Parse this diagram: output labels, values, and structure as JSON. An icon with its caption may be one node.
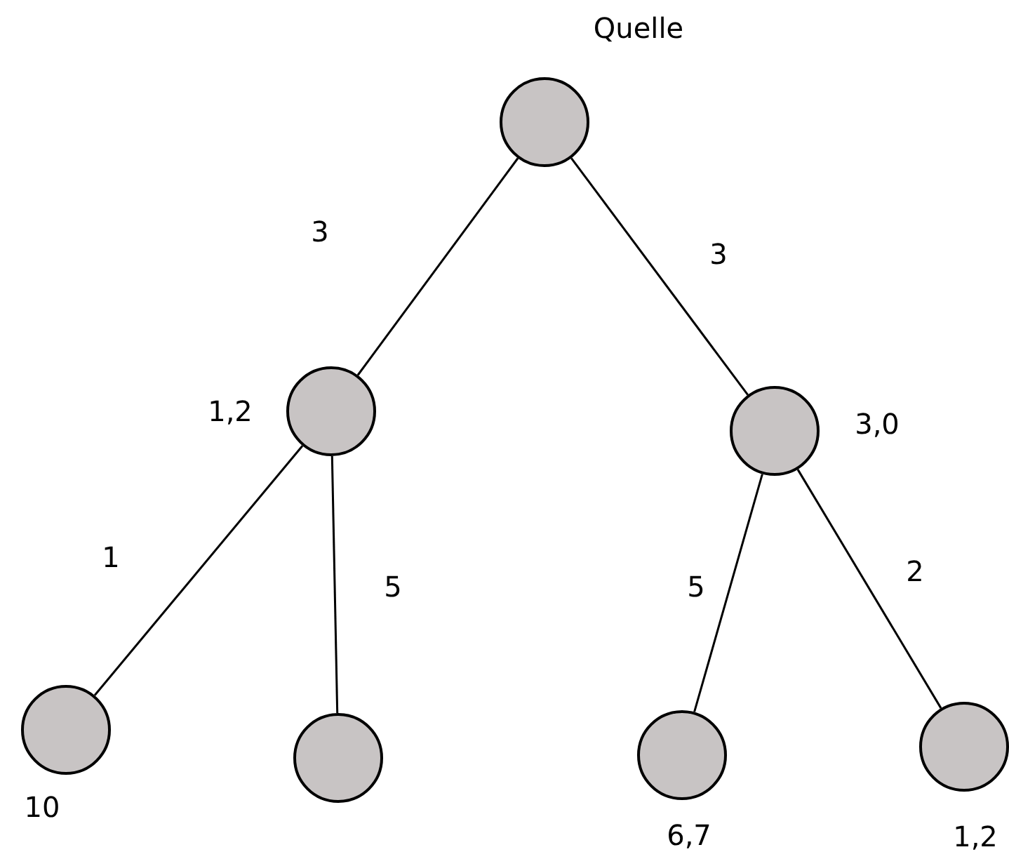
{
  "diagram": {
    "nodes": [
      {
        "text": [],
        "shape": "circle",
        "beside": [
          "Quelle"
        ]
      },
      {
        "text": [],
        "shape": "circle",
        "beside": [
          "1,2"
        ]
      },
      {
        "text": [],
        "shape": "circle",
        "beside": [
          "3,0"
        ]
      },
      {
        "text": [],
        "shape": "circle",
        "beside": [
          "10"
        ]
      },
      {
        "text": [],
        "shape": "circle"
      },
      {
        "text": [],
        "shape": "circle",
        "beside": [
          "6,7"
        ]
      },
      {
        "text": [],
        "shape": "circle",
        "beside": [
          "1,2"
        ]
      }
    ],
    "edges": [
      {
        "from": 0,
        "to": 1,
        "arrow": "none",
        "label": "3"
      },
      {
        "from": 0,
        "to": 2,
        "arrow": "none",
        "label": "3"
      },
      {
        "from": 1,
        "to": 3,
        "arrow": "none",
        "label": "1"
      },
      {
        "from": 1,
        "to": 4,
        "arrow": "none",
        "label": "5"
      },
      {
        "from": 2,
        "to": 5,
        "arrow": "none",
        "label": "5"
      },
      {
        "from": 2,
        "to": 6,
        "arrow": "none",
        "label": "2"
      }
    ]
  }
}
